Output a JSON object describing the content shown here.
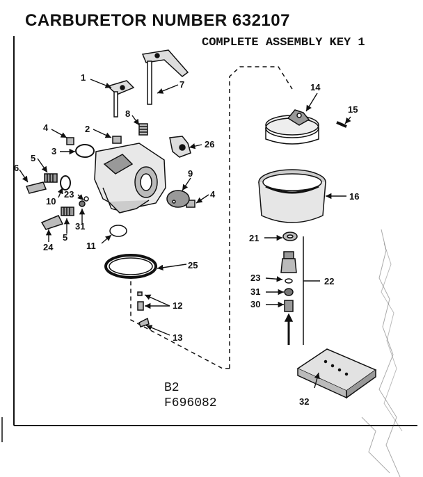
{
  "header": {
    "title": "CARBURETOR NUMBER 632107",
    "subtitle": "COMPLETE ASSEMBLY KEY 1"
  },
  "footer": {
    "code_line1": "B2",
    "code_line2": "F696082"
  },
  "callouts": [
    "1",
    "7",
    "8",
    "2",
    "4",
    "3",
    "26",
    "5",
    "6",
    "9",
    "4",
    "10",
    "23",
    "31",
    "5",
    "24",
    "11",
    "25",
    "12",
    "13",
    "14",
    "15",
    "16",
    "21",
    "22",
    "23",
    "31",
    "30",
    "32"
  ],
  "colors": {
    "ink": "#111111",
    "paper": "#ffffff"
  }
}
